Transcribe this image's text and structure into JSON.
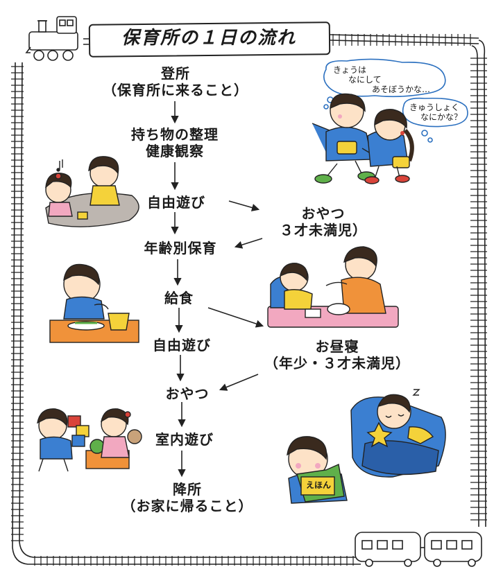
{
  "title": "保育所の１日の流れ",
  "steps": {
    "arrival": {
      "main": "登所",
      "sub": "（保育所に来ること）"
    },
    "belongings": {
      "main": "持ち物の整理",
      "sub": "健康観察"
    },
    "free_play_1": {
      "main": "自由遊び"
    },
    "snack_under3": {
      "main": "おやつ",
      "sub": "３才未満児）"
    },
    "age_group_care": {
      "main": "年齢別保育"
    },
    "lunch": {
      "main": "給食"
    },
    "free_play_2": {
      "main": "自由遊び"
    },
    "nap": {
      "main": "お昼寝",
      "sub": "（年少・３才未満児）"
    },
    "snack": {
      "main": "おやつ"
    },
    "indoor_play": {
      "main": "室内遊び"
    },
    "departure": {
      "main": "降所",
      "sub": "（お家に帰ること）"
    }
  },
  "bubbles": {
    "bubble_1": {
      "line1": "きょうは",
      "line2": "なにして",
      "line3": "あそぼうかな…"
    },
    "bubble_2": {
      "line1": "きゅうしょく",
      "line2": "なにかな？"
    }
  },
  "book_label": "えほん",
  "colors": {
    "ink": "#222222",
    "skin": "#fde2c7",
    "hair": "#3a2a1e",
    "blue": "#3b7fd1",
    "yellow": "#f4d23a",
    "pink": "#f2a8c0",
    "green": "#5fb04a",
    "red": "#d9443a",
    "orange": "#f0923a"
  }
}
